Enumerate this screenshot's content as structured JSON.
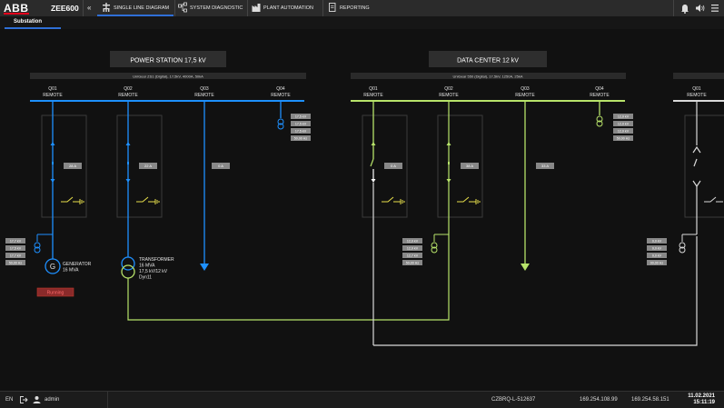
{
  "app": {
    "logo": "ABB",
    "product": "ZEE600"
  },
  "nav": {
    "collapse_glyph": "«",
    "tabs": [
      {
        "label": "SINGLE LINE DIAGRAM",
        "icon": "sld-icon",
        "active": true
      },
      {
        "label": "SYSTEM DIAGNOSTIC",
        "icon": "network-icon",
        "active": false
      },
      {
        "label": "PLANT AUTOMATION",
        "icon": "factory-icon",
        "active": false
      },
      {
        "label": "REPORTING",
        "icon": "document-icon",
        "active": false
      }
    ]
  },
  "subtabs": [
    {
      "label": "Substation",
      "active": true
    }
  ],
  "colors": {
    "accent": "#2f6fd6",
    "bus_blue": "#1e90ff",
    "bus_green": "#b7e36a",
    "bus_white": "#d9d9d9",
    "alarm_red": "#c0392b",
    "brand_red": "#e4001b",
    "highlight_yellow": "#e8e04a"
  },
  "diagram": {
    "stations": [
      {
        "name": "POWER STATION 17,5 kV",
        "device": "UniGear ZS1 (Digital), 17,5kV, 4000A, 50kA",
        "feeders": [
          {
            "id": "Q01",
            "mode": "REMOTE",
            "reading": "28 A"
          },
          {
            "id": "Q02",
            "mode": "REMOTE",
            "reading": "22 A"
          },
          {
            "id": "Q03",
            "mode": "REMOTE",
            "reading": "0 A"
          },
          {
            "id": "Q04",
            "mode": "REMOTE"
          }
        ],
        "q04_readings": [
          "17,5 kV",
          "17,5 kV",
          "17,5 kV",
          "50,00 Hz"
        ],
        "gen_readings": [
          "17,7 kV",
          "17,5 kV",
          "17,7 kV",
          "50,00 Hz"
        ]
      },
      {
        "name": "DATA CENTER 12 kV",
        "device": "UniGear 550 (Digital), 17,5kV, 1250A, 25kA",
        "feeders": [
          {
            "id": "Q01",
            "mode": "REMOTE",
            "reading": "0 A"
          },
          {
            "id": "Q02",
            "mode": "REMOTE",
            "reading": "38 A"
          },
          {
            "id": "Q03",
            "mode": "REMOTE",
            "reading": "33 A"
          },
          {
            "id": "Q04",
            "mode": "REMOTE"
          }
        ],
        "q04_readings": [
          "12,0 kV",
          "12,0 kV",
          "12,0 kV",
          "50,00 Hz"
        ],
        "tr_readings": [
          "12,0 kV",
          "12,0 kV",
          "12,7 kV",
          "50,00 Hz"
        ]
      },
      {
        "name": "",
        "device": "",
        "feeders": [
          {
            "id": "Q01",
            "mode": "REMOTE"
          }
        ],
        "third_readings": [
          "0,0 kV",
          "0,0 kV",
          "0,0 kV",
          "00,00 Hz"
        ]
      }
    ],
    "generator": {
      "symbol": "G",
      "name": "GENERATOR",
      "rating": "16 MVA",
      "status": "Running"
    },
    "transformer": {
      "name": "TRANSFORMER",
      "rating": "16 MVA",
      "ratio": "17,5 kV/12 kV",
      "vector": "Dyn11"
    }
  },
  "footer": {
    "language": "EN",
    "user": "admin",
    "host": "CZBRQ-L-512637",
    "ip1": "169.254.108.99",
    "ip2": "169.254.58.151",
    "date": "11.02.2021",
    "time": "15:11:19"
  }
}
